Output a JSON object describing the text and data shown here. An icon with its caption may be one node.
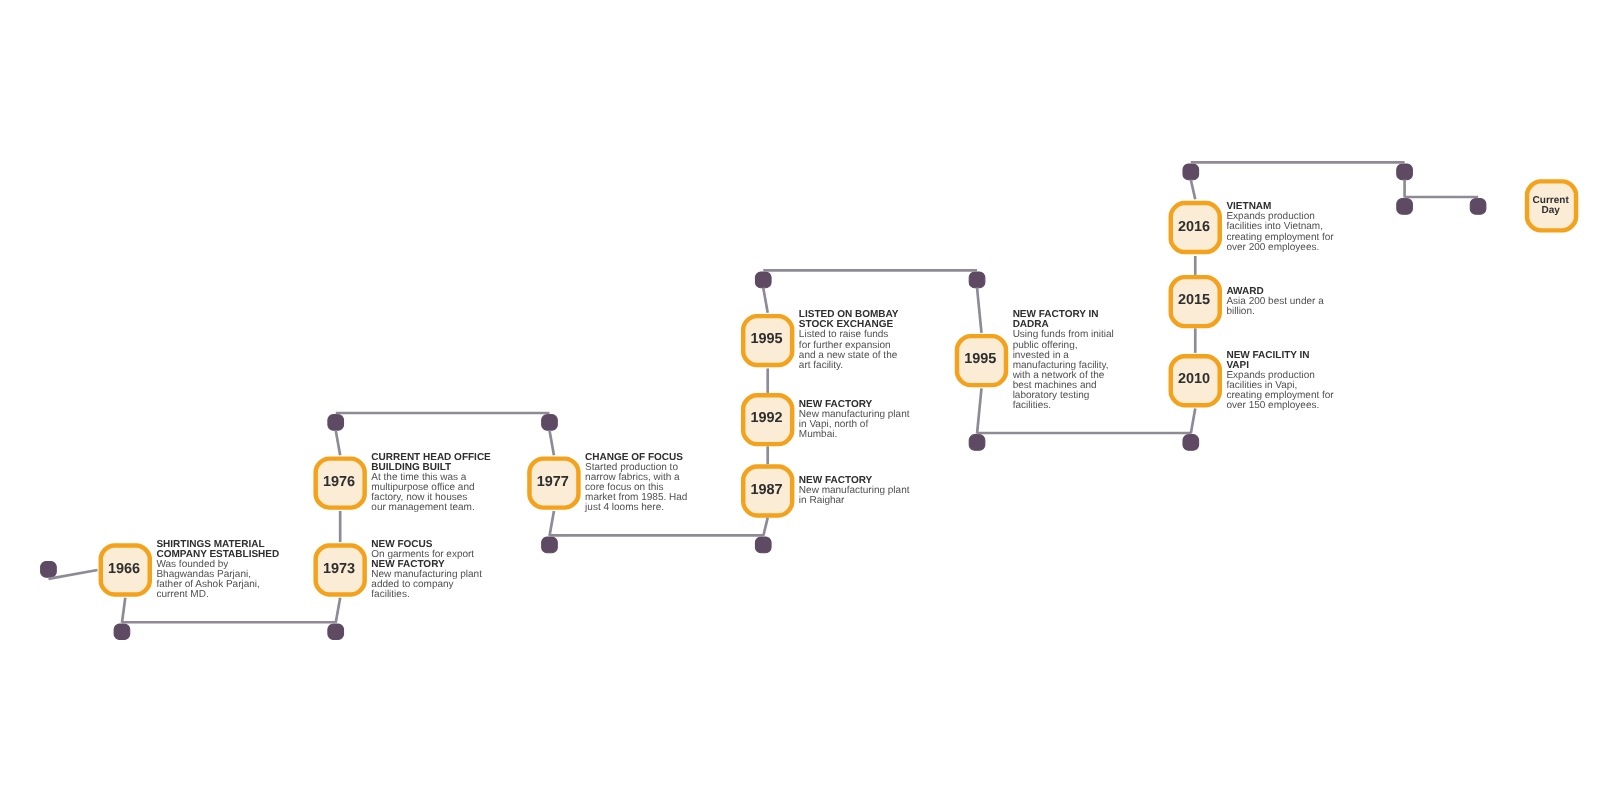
{
  "diagram": {
    "nodes": [
      {
        "text": [],
        "shape": "circle"
      },
      {
        "text": [
          "1966"
        ],
        "beside": [
          "SHIRTINGS MATERIAL COMPANY ESTABLISHED",
          "Was founded by Bhagwandas Parjani, father of Ashok Parjani, current MD."
        ]
      },
      {
        "text": [],
        "shape": "circle"
      },
      {
        "text": [],
        "shape": "circle"
      },
      {
        "text": [
          "1973"
        ],
        "beside": [
          "NEW FOCUS",
          "On garments for export",
          "NEW FACTORY",
          "New manufacturing plant added to company facilities."
        ]
      },
      {
        "text": [
          "1976"
        ],
        "beside": [
          "CURRENT HEAD OFFICE BUILDING BUILT",
          "At the time this was a multipurpose office and factory, now it houses our management team."
        ]
      },
      {
        "text": [],
        "shape": "circle"
      },
      {
        "text": [],
        "shape": "circle"
      },
      {
        "text": [
          "1977"
        ],
        "beside": [
          "CHANGE OF FOCUS",
          "Started production to narrow fabrics, with a core focus on this market from 1985. Had just 4 looms here."
        ]
      },
      {
        "text": [],
        "shape": "circle"
      },
      {
        "text": [],
        "shape": "circle"
      },
      {
        "text": [
          "1987"
        ],
        "beside": [
          "NEW FACTORY",
          "New manufacturing plant in Raighar"
        ]
      },
      {
        "text": [
          "1992"
        ],
        "beside": [
          "NEW FACTORY",
          "New manufacturing plant in Vapi, north of Mumbai."
        ]
      },
      {
        "text": [
          "1995"
        ],
        "beside": [
          "LISTED ON BOMBAY STOCK EXCHANGE",
          "Listed to raise funds for further expansion and a new state of the art facility."
        ]
      },
      {
        "text": [],
        "shape": "circle"
      },
      {
        "text": [],
        "shape": "circle"
      },
      {
        "text": [
          "1995"
        ],
        "beside": [
          "NEW FACTORY IN DADRA",
          "Using funds from initial public offering, invested in a manufacturing facility, with a network of the best machines and laboratory testing facilities."
        ]
      },
      {
        "text": [],
        "shape": "circle"
      },
      {
        "text": [],
        "shape": "circle"
      },
      {
        "text": [
          "2010"
        ],
        "beside": [
          "NEW FACILITY IN VAPI",
          "Expands production facilities in Vapi, creating employment for over 150 employees."
        ]
      },
      {
        "text": [
          "2015"
        ],
        "beside": [
          "AWARD",
          "Asia 200 best under a billion."
        ]
      },
      {
        "text": [
          "2016"
        ],
        "beside": [
          "VIETNAM",
          "Expands production facilities into Vietnam, creating employment for over 200 employees."
        ]
      },
      {
        "text": [],
        "shape": "circle"
      },
      {
        "text": [],
        "shape": "circle"
      },
      {
        "text": [],
        "shape": "circle"
      },
      {
        "text": [],
        "shape": "circle"
      },
      {
        "text": [
          "Current Day"
        ]
      }
    ],
    "edges": [
      {
        "from": 0,
        "to": 1,
        "arrow": "none"
      },
      {
        "from": 1,
        "to": 2,
        "arrow": "none"
      },
      {
        "from": 2,
        "to": 3,
        "arrow": "none"
      },
      {
        "from": 4,
        "to": 3,
        "arrow": "none"
      },
      {
        "from": 5,
        "to": 4,
        "arrow": "none"
      },
      {
        "from": 6,
        "to": 5,
        "arrow": "none"
      },
      {
        "from": 6,
        "to": 7,
        "arrow": "none"
      },
      {
        "from": 7,
        "to": 8,
        "arrow": "none"
      },
      {
        "from": 8,
        "to": 9,
        "arrow": "none"
      },
      {
        "from": 9,
        "to": 10,
        "arrow": "none"
      },
      {
        "from": 11,
        "to": 10,
        "arrow": "none"
      },
      {
        "from": 12,
        "to": 11,
        "arrow": "none"
      },
      {
        "from": 13,
        "to": 12,
        "arrow": "none"
      },
      {
        "from": 14,
        "to": 13,
        "arrow": "none"
      },
      {
        "from": 14,
        "to": 15,
        "arrow": "none"
      },
      {
        "from": 15,
        "to": 16,
        "arrow": "none"
      },
      {
        "from": 16,
        "to": 17,
        "arrow": "none"
      },
      {
        "from": 17,
        "to": 18,
        "arrow": "none"
      },
      {
        "from": 19,
        "to": 18,
        "arrow": "none"
      },
      {
        "from": 20,
        "to": 19,
        "arrow": "none"
      },
      {
        "from": 21,
        "to": 20,
        "arrow": "none"
      },
      {
        "from": 22,
        "to": 21,
        "arrow": "none"
      },
      {
        "from": 22,
        "to": 23,
        "arrow": "none"
      },
      {
        "from": 23,
        "to": 24,
        "arrow": "none"
      },
      {
        "from": 24,
        "to": 25,
        "arrow": "none"
      }
    ]
  }
}
